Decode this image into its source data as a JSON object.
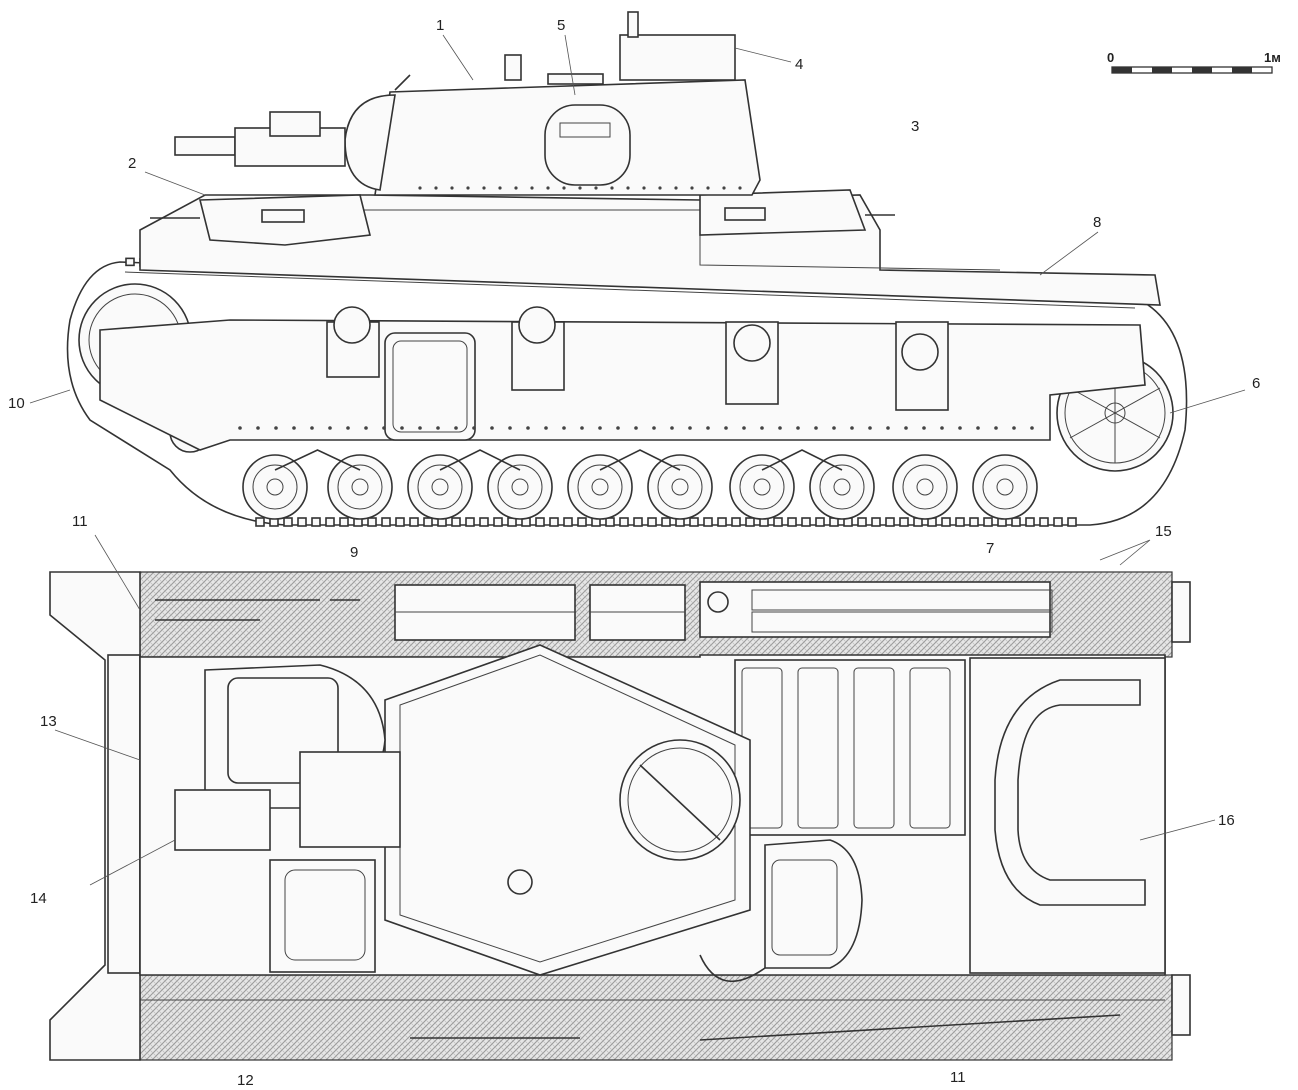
{
  "scale_bar": {
    "start_label": "0",
    "end_label": "1м"
  },
  "callouts": [
    {
      "id": "c1",
      "text": "1"
    },
    {
      "id": "c2",
      "text": "2"
    },
    {
      "id": "c3",
      "text": "3"
    },
    {
      "id": "c4",
      "text": "4"
    },
    {
      "id": "c5",
      "text": "5"
    },
    {
      "id": "c6",
      "text": "6"
    },
    {
      "id": "c7",
      "text": "7"
    },
    {
      "id": "c8",
      "text": "8"
    },
    {
      "id": "c9",
      "text": "9"
    },
    {
      "id": "c10",
      "text": "10"
    },
    {
      "id": "c11a",
      "text": "11"
    },
    {
      "id": "c11b",
      "text": "11"
    },
    {
      "id": "c12",
      "text": "12"
    },
    {
      "id": "c13",
      "text": "13"
    },
    {
      "id": "c14",
      "text": "14"
    },
    {
      "id": "c15",
      "text": "15"
    },
    {
      "id": "c16",
      "text": "16"
    }
  ],
  "colors": {
    "line": "#333333",
    "hatch": "#bdbdbd",
    "background": "#ffffff"
  }
}
